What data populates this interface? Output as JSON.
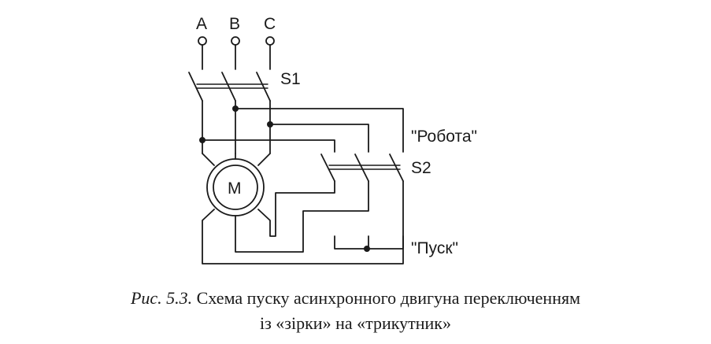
{
  "diagram": {
    "phases": [
      "A",
      "B",
      "C"
    ],
    "switch_s1": "S1",
    "switch_s2": "S2",
    "motor": "M",
    "label_work": "\"Робота\"",
    "label_start": "\"Пуск\""
  },
  "caption": {
    "prefix": "Рис. 5.3.",
    "line1": "Схема пуску асинхронного двигуна переключенням",
    "line2": "із «зірки» на «трикутник»"
  }
}
